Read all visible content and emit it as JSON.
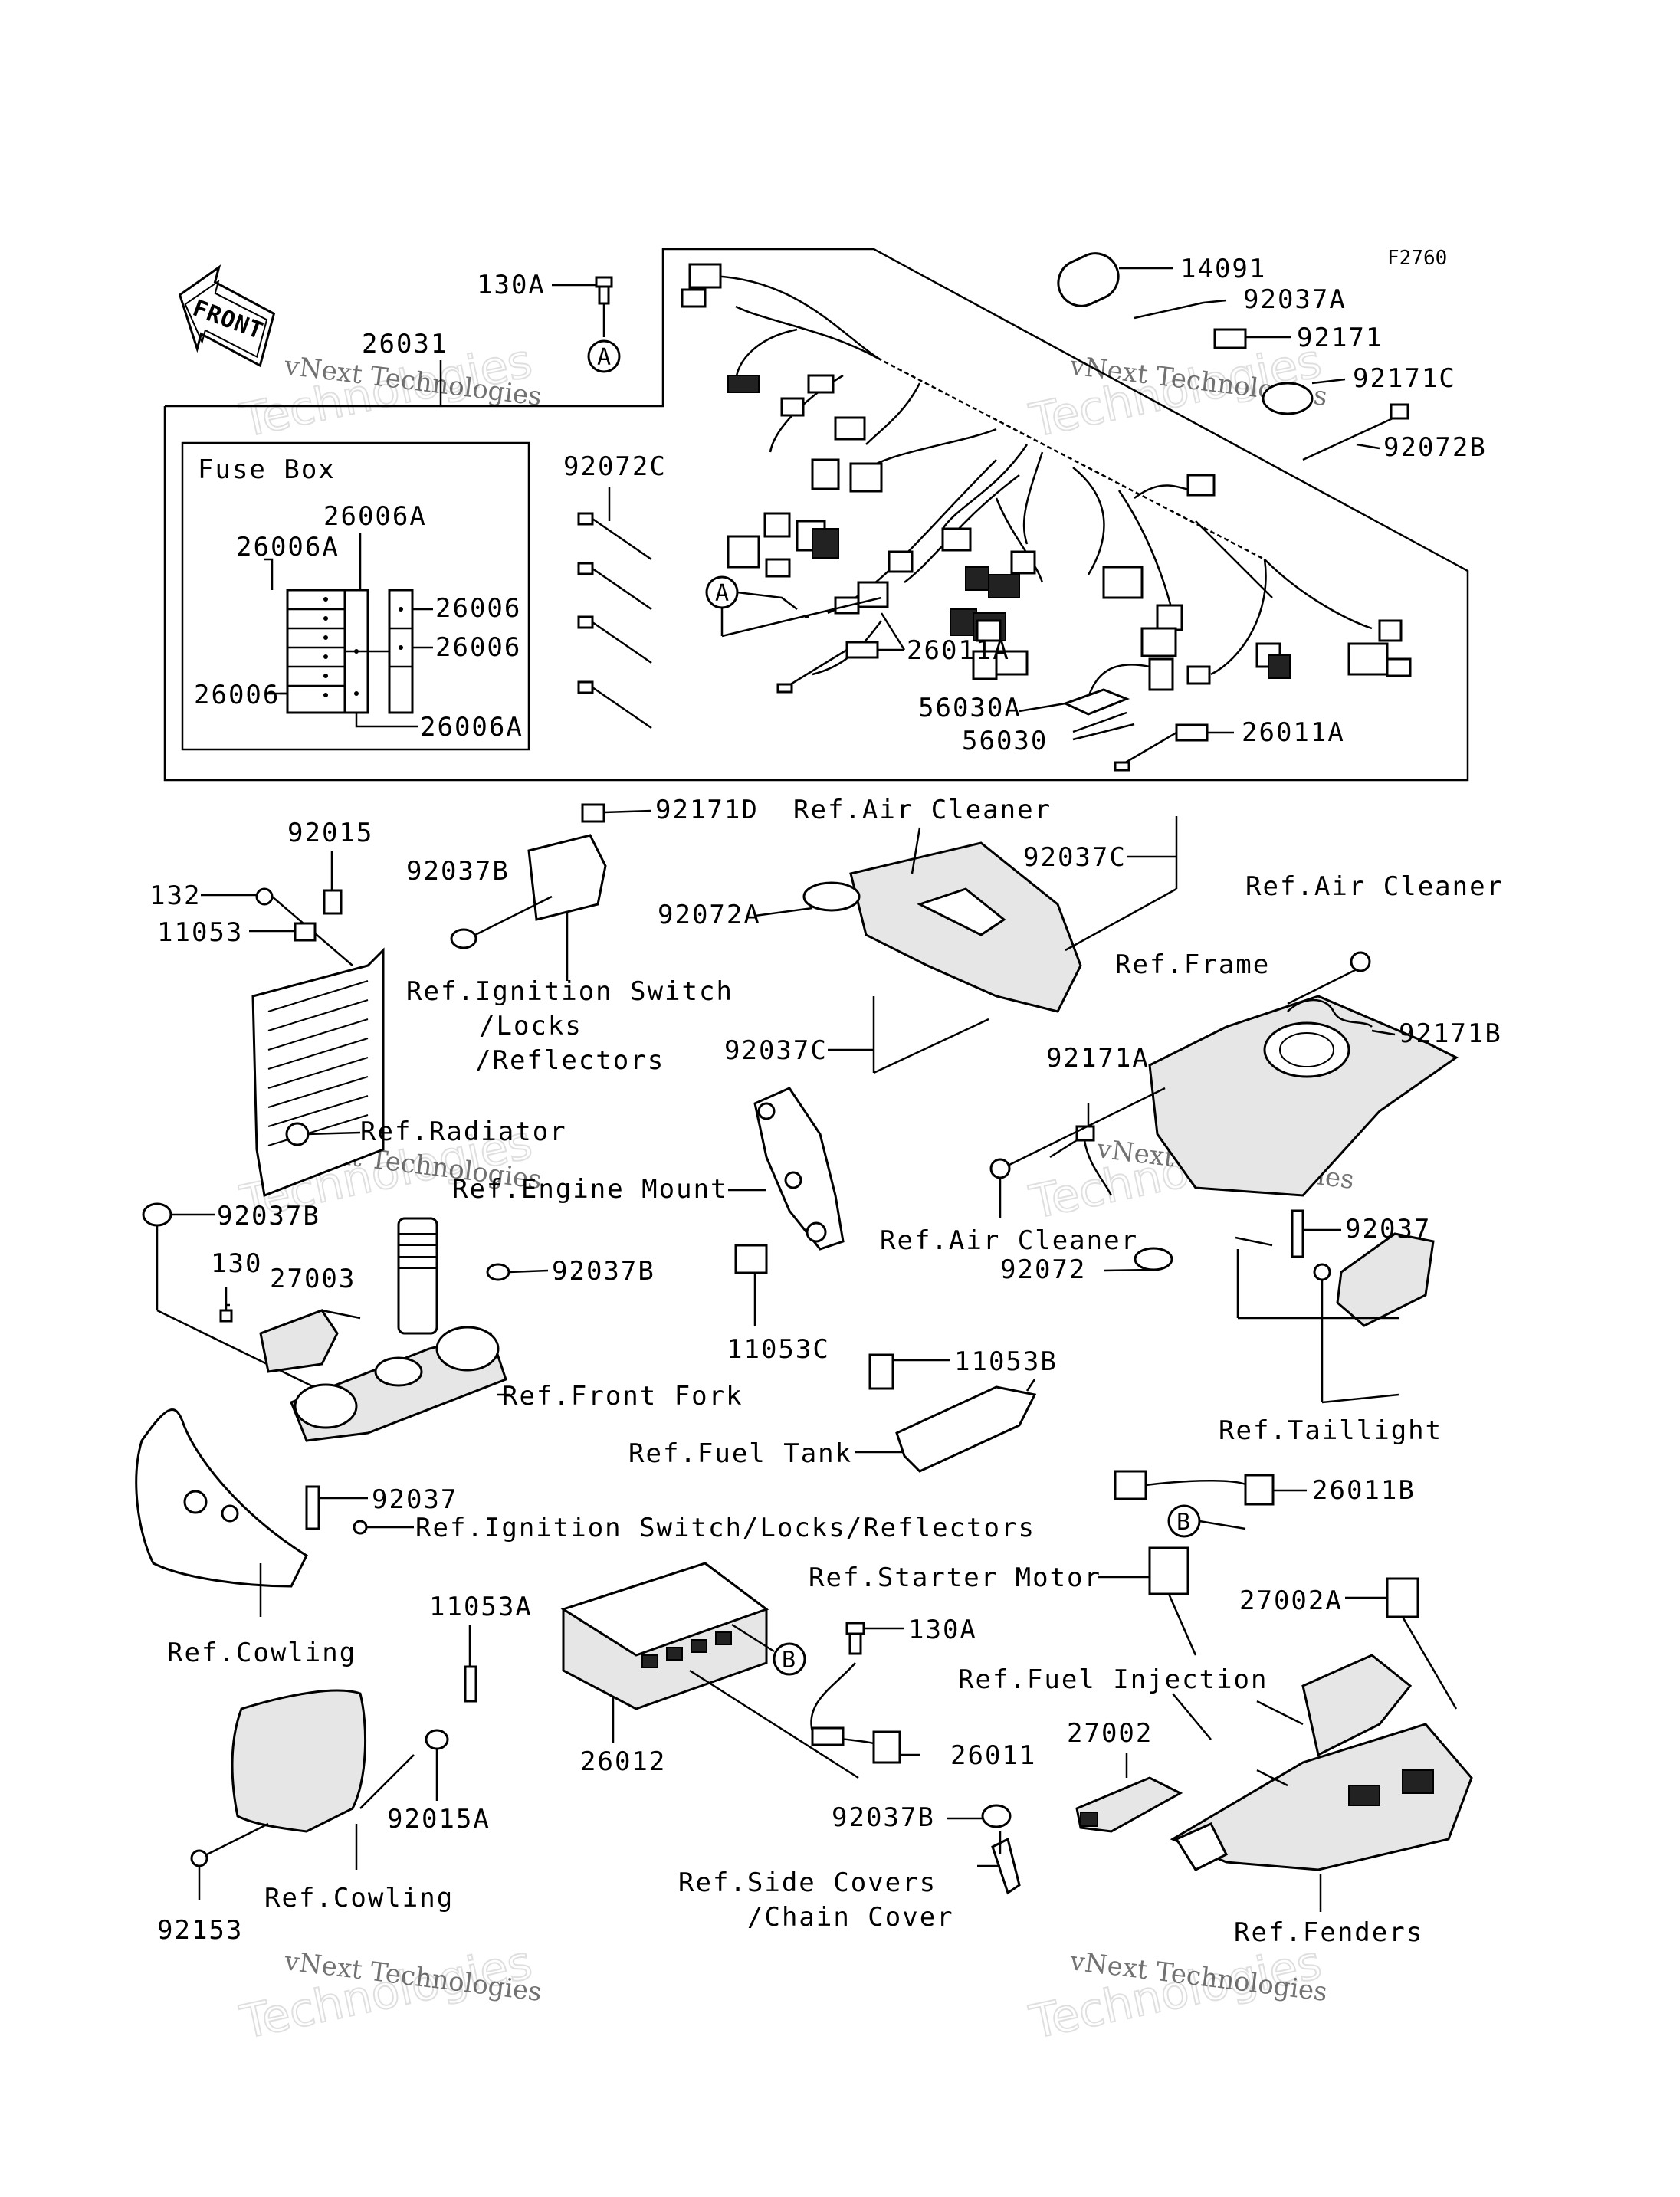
{
  "figure_code": "F2760",
  "front_arrow_label": "FRONT",
  "watermark": {
    "line1": "vNext Technologies",
    "line2": "Technologies"
  },
  "fuse_box_title": "Fuse Box",
  "callouts": {
    "ref_a": "A",
    "ref_b": "B"
  },
  "labels": {
    "p130A_top": "130A",
    "p26031": "26031",
    "p14091": "14091",
    "p92037A": "92037A",
    "p92171": "92171",
    "p92171C": "92171C",
    "p92072B": "92072B",
    "p92072C": "92072C",
    "p26006A_1": "26006A",
    "p26006A_2": "26006A",
    "p26006_1": "26006",
    "p26006_2": "26006",
    "p26006_3": "26006",
    "p26006A_3": "26006A",
    "p26011A_1": "26011A",
    "p56030A": "56030A",
    "p56030": "56030",
    "p26011A_2": "26011A",
    "p92015": "92015",
    "p132": "132",
    "p11053": "11053",
    "p92037B_1": "92037B",
    "p92171D": "92171D",
    "ref_air_cleaner_1": "Ref.Air Cleaner",
    "p92037C_1": "92037C",
    "ref_air_cleaner_2": "Ref.Air Cleaner",
    "p92072A": "92072A",
    "ref_frame": "Ref.Frame",
    "ref_ignition_1": "Ref.Ignition Switch",
    "ref_ignition_1b": "/Locks",
    "ref_ignition_1c": "/Reflectors",
    "p92171B": "92171B",
    "p92037C_2": "92037C",
    "p92171A": "92171A",
    "ref_radiator": "Ref.Radiator",
    "ref_engine_mount": "Ref.Engine Mount",
    "p92037B_2": "92037B",
    "ref_air_cleaner_3": "Ref.Air Cleaner",
    "p130": "130",
    "p27003": "27003",
    "p92037B_3": "92037B",
    "p92072": "92072",
    "p92037_1": "92037",
    "p11053C": "11053C",
    "p11053B": "11053B",
    "ref_front_fork": "Ref.Front Fork",
    "ref_taillight": "Ref.Taillight",
    "ref_fuel_tank": "Ref.Fuel Tank",
    "p92037_2": "92037",
    "p26011B": "26011B",
    "ref_ignition_2": "Ref.Ignition Switch/Locks/Reflectors",
    "ref_starter_motor": "Ref.Starter Motor",
    "p27002A": "27002A",
    "p11053A": "11053A",
    "p130A_bottom": "130A",
    "ref_cowling_1": "Ref.Cowling",
    "ref_fuel_injection": "Ref.Fuel Injection",
    "p26012": "26012",
    "p26011": "26011",
    "p27002": "27002",
    "p92015A": "92015A",
    "p92037B_4": "92037B",
    "ref_cowling_2": "Ref.Cowling",
    "ref_side_covers": "Ref.Side Covers",
    "ref_chain_cover": "/Chain Cover",
    "p92153": "92153",
    "ref_fenders": "Ref.Fenders"
  }
}
